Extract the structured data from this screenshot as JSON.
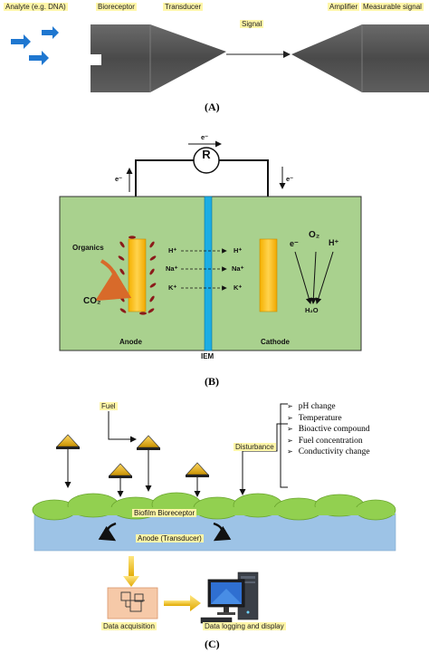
{
  "panel_a": {
    "labels": {
      "analyte": "Analyte (e.g. DNA)",
      "bioreceptor": "Bioreceptor",
      "transducer": "Transducer",
      "signal": "Signal",
      "amplifier": "Amplifier",
      "measurable_signal": "Measurable signal"
    },
    "caption": "(A)"
  },
  "panel_b": {
    "resistor": "R",
    "electron": "e⁻",
    "electron_left": "e⁻",
    "electron_right": "e⁻",
    "organics": "Organics",
    "co2": "CO₂",
    "ions_left": [
      "H⁺",
      "Na⁺",
      "K⁺"
    ],
    "ions_right": [
      "H⁺",
      "Na⁺",
      "K⁺"
    ],
    "cathode_species": {
      "e": "e⁻",
      "o2": "O₂",
      "h": "H⁺"
    },
    "water": "H₂O",
    "anode": "Anode",
    "cathode": "Cathode",
    "membrane": "IEM",
    "caption": "(B)"
  },
  "panel_c": {
    "fuel": "Fuel",
    "disturbance": "Disturbance",
    "disturbances": [
      "pH change",
      "Temperature",
      "Bioactive compound",
      "Fuel concentration",
      "Conductivity change"
    ],
    "biofilm": "Biofilm Bioreceptor",
    "anode": "Anode (Transducer)",
    "data_acquisition": "Data acquisition",
    "data_logging": "Data logging and display",
    "caption": "(C)"
  },
  "colors": {
    "sensor_body": "#555555",
    "cell_green": "#a9d18e",
    "electrode": "#ffc000",
    "membrane": "#1cade4",
    "biofilm": "#92d050",
    "anode_plate": "#9dc3e6",
    "highlight": "#fff6a8",
    "analyte": "#1f77d0",
    "organics_arrow": "#d86a2a"
  }
}
